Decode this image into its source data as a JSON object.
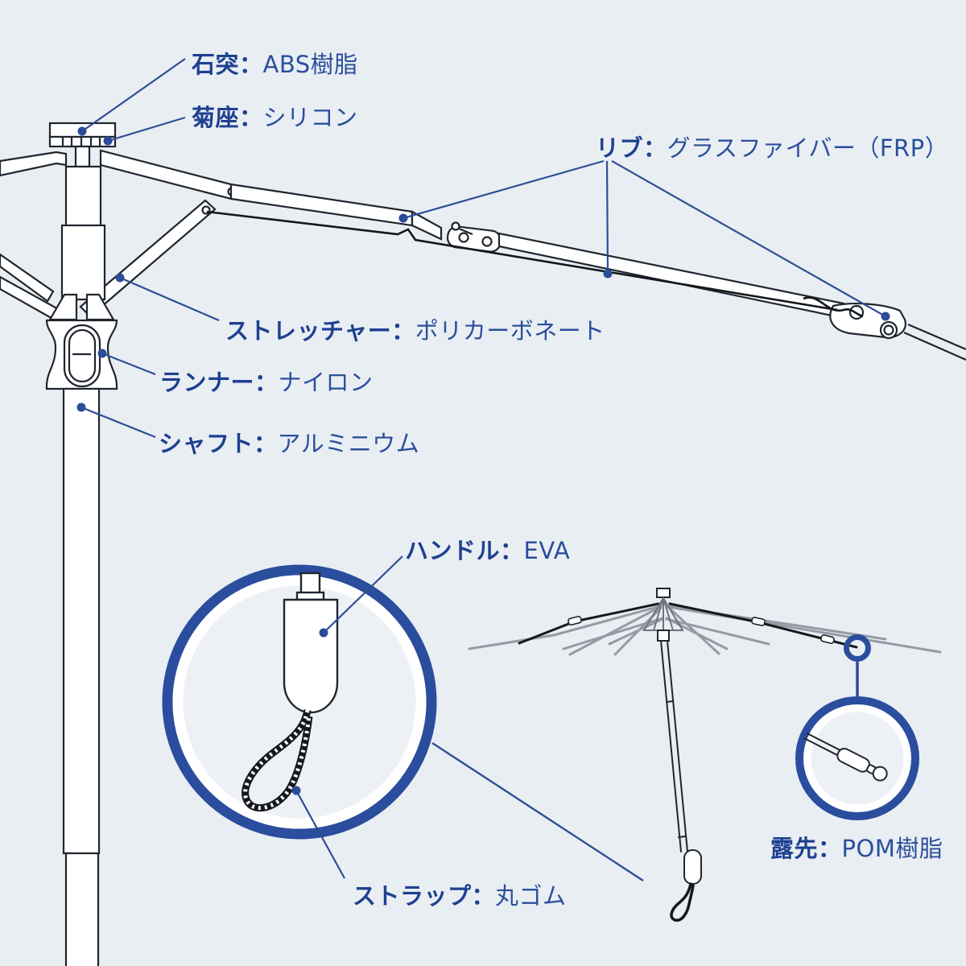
{
  "diagram_title": "umbrella-parts-materials-diagram",
  "colors": {
    "background": "#e9eef3",
    "label_navy_bold": "#1e4090",
    "label_navy": "#2a4f9c",
    "leader_line": "#2e4d94",
    "ring_navy": "#2a4d9e",
    "drawing_ink": "#20262e",
    "gray_rib": "#959ba4"
  },
  "labels": [
    {
      "id": "ferrule",
      "name": "石突",
      "sep": "：",
      "material": "ABS樹脂"
    },
    {
      "id": "kikuza",
      "name": "菊座",
      "sep": "：",
      "material": "シリコン"
    },
    {
      "id": "rib",
      "name": "リブ",
      "sep": "：",
      "material": "グラスファイバー（FRP）"
    },
    {
      "id": "stretcher",
      "name": "ストレッチャー",
      "sep": "：",
      "material": "ポリカーボネート"
    },
    {
      "id": "runner",
      "name": "ランナー",
      "sep": "：",
      "material": "ナイロン"
    },
    {
      "id": "shaft",
      "name": "シャフト",
      "sep": "：",
      "material": "アルミニウム"
    },
    {
      "id": "handle",
      "name": "ハンドル",
      "sep": "：",
      "material": "EVA"
    },
    {
      "id": "strap",
      "name": "ストラップ",
      "sep": "：",
      "material": "丸ゴム"
    },
    {
      "id": "tsuyusaki",
      "name": "露先",
      "sep": "：",
      "material": "POM樹脂"
    }
  ]
}
